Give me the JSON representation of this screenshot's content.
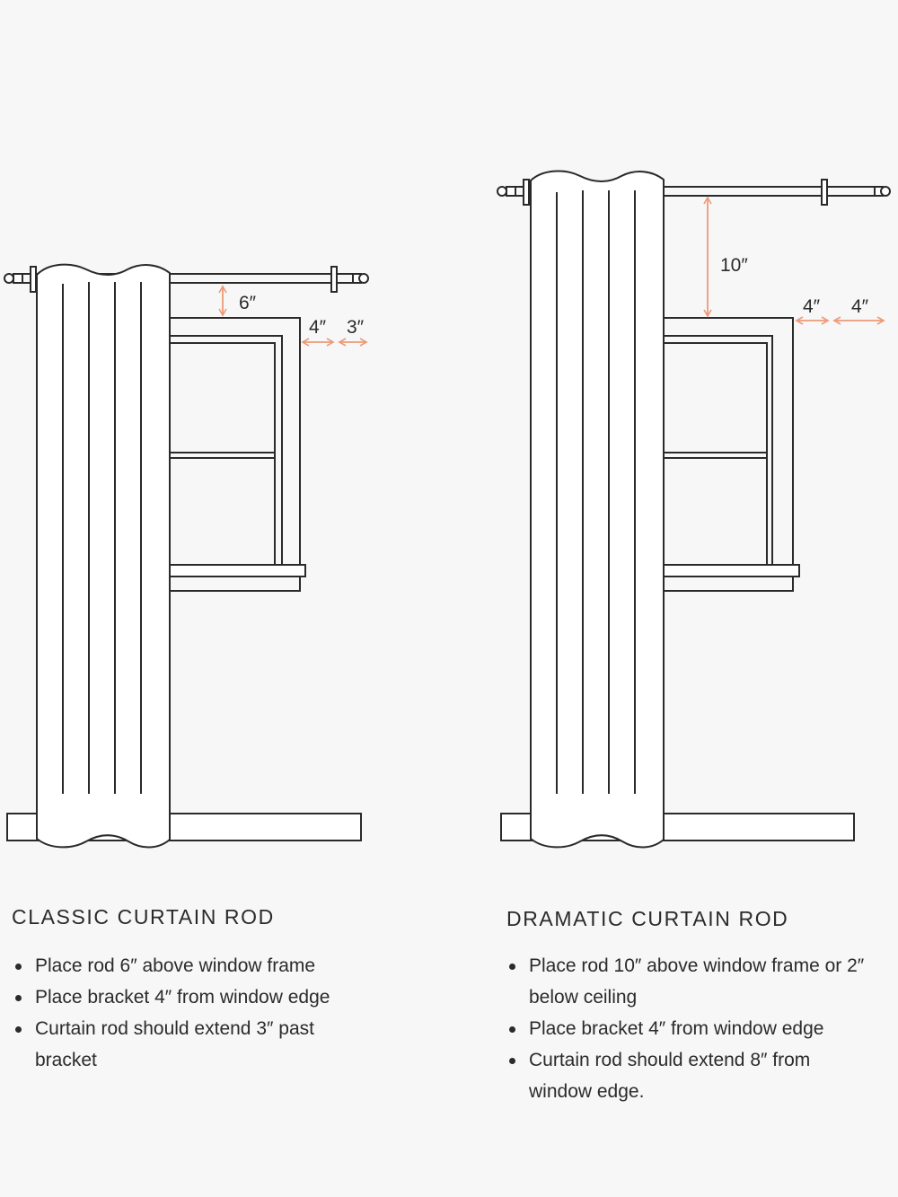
{
  "classic": {
    "title": "CLASSIC CURTAIN ROD",
    "measure_above": "6″",
    "measure_bracket": "4″",
    "measure_extend": "3″",
    "bullets": [
      "Place rod 6″ above window frame",
      "Place bracket  4″ from window edge",
      "Curtain rod should extend 3″ past bracket"
    ]
  },
  "dramatic": {
    "title": "DRAMATIC CURTAIN ROD",
    "measure_above": "10″",
    "measure_bracket": "4″",
    "measure_extend": "4″",
    "bullets": [
      "Place rod 10″ above window frame or 2″ below ceiling",
      "Place bracket  4″ from window edge",
      "Curtain rod should extend 8″ from window edge."
    ]
  },
  "colors": {
    "line": "#2a2a2a",
    "measurement": "#ec9a78",
    "background": "#f7f7f7",
    "curtain": "#ffffff"
  }
}
